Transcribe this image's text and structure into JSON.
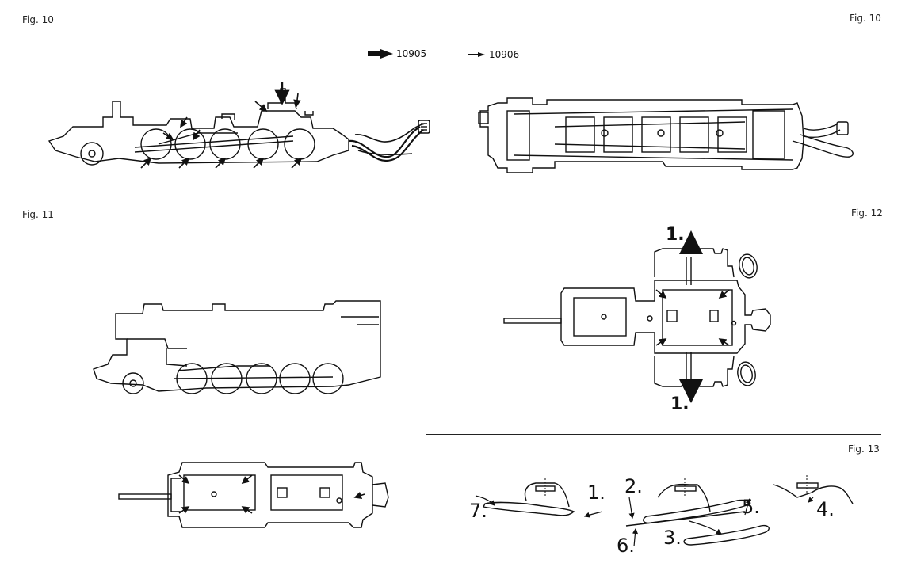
{
  "figures": {
    "fig10_left": "Fig. 10",
    "fig10_right": "Fig. 10",
    "fig11": "Fig. 11",
    "fig12": "Fig. 12",
    "fig13": "Fig. 13"
  },
  "legend": [
    {
      "code": "10905",
      "arrow": "large-arrow-icon"
    },
    {
      "code": "10906",
      "arrow": "small-arrow-icon"
    }
  ],
  "fig12_steps": {
    "top": "1.",
    "bottom": "1."
  },
  "fig13_steps": {
    "s1": "1.",
    "s2": "2.",
    "s3": "3.",
    "s4": "4.",
    "s5": "5.",
    "s6": "6.",
    "s7": "7."
  }
}
